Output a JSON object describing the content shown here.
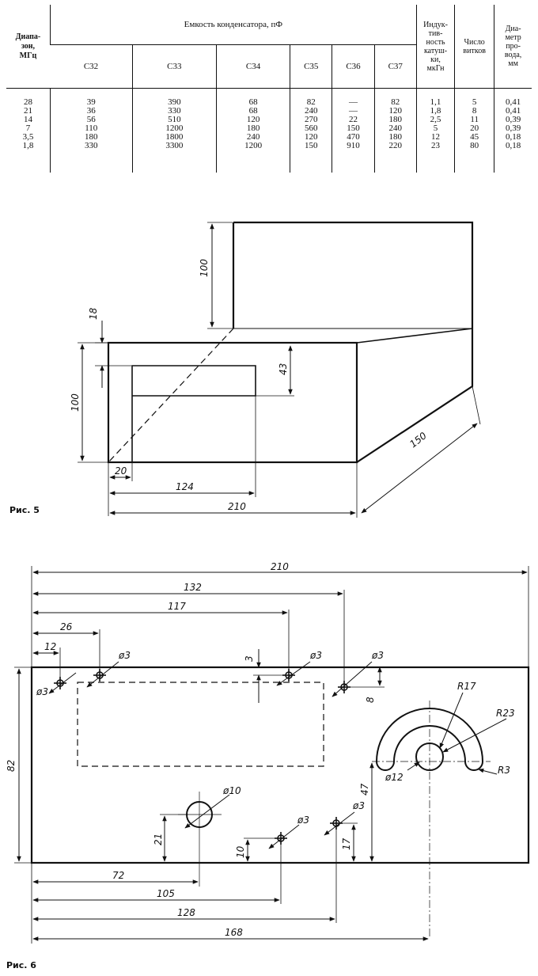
{
  "table": {
    "col_range": "Диапа-\nзон,\nМГц",
    "col_capacity": "Емкость конденсатора, пФ",
    "capacitors": [
      "C32",
      "C33",
      "C34",
      "C35",
      "C36",
      "C37"
    ],
    "col_inductance": "Индук-\nтив-\nность\nкатуш-\nки,\nмкГн",
    "col_turns": "Число\nвитков",
    "col_wire": "Диа-\nметр\nпро-\nвода,\nмм",
    "rows": [
      [
        "28",
        "39",
        "390",
        "68",
        "82",
        "—",
        "82",
        "1,1",
        "5",
        "0,41"
      ],
      [
        "21",
        "36",
        "330",
        "68",
        "240",
        "—",
        "120",
        "1,8",
        "8",
        "0,41"
      ],
      [
        "14",
        "56",
        "510",
        "120",
        "270",
        "22",
        "180",
        "2,5",
        "11",
        "0,39"
      ],
      [
        "7",
        "110",
        "1200",
        "180",
        "560",
        "150",
        "240",
        "5",
        "20",
        "0,39"
      ],
      [
        "3,5",
        "180",
        "1800",
        "240",
        "120",
        "470",
        "180",
        "12",
        "45",
        "0,18"
      ],
      [
        "1,8",
        "330",
        "3300",
        "1200",
        "150",
        "910",
        "220",
        "23",
        "80",
        "0,18"
      ]
    ]
  },
  "fig5": {
    "label": "Рис. 5",
    "dims": {
      "d100_top": "100",
      "d18": "18",
      "d43": "43",
      "d100_left": "100",
      "d20": "20",
      "d124": "124",
      "d210": "210",
      "d150": "150"
    }
  },
  "fig6": {
    "label": "Рис. 6",
    "dims": {
      "d210": "210",
      "d132": "132",
      "d117": "117",
      "d26": "26",
      "d12": "12",
      "d3": "3",
      "d8": "8",
      "d82": "82",
      "d21": "21",
      "d10": "10",
      "d17": "17",
      "d47": "47",
      "d72": "72",
      "d105": "105",
      "d128": "128",
      "d168": "168",
      "phi3": "ø3",
      "phi10": "ø10",
      "phi12": "ø12",
      "r17": "R17",
      "r23": "R23",
      "r3": "R3"
    }
  }
}
